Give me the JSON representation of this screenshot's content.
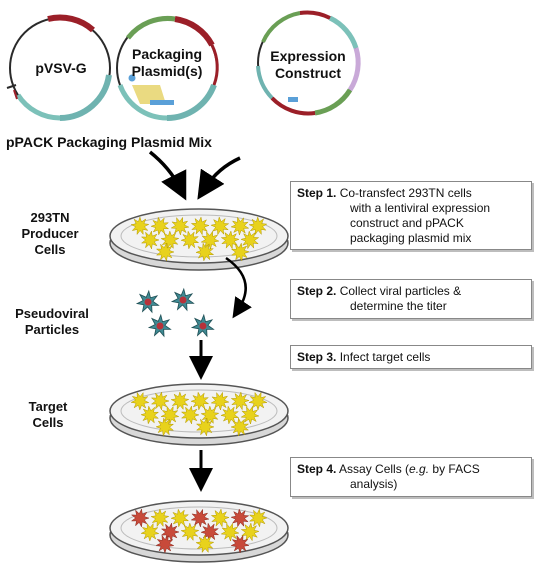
{
  "plasmids": {
    "p1": "pVSV-G",
    "p2_line1": "Packaging",
    "p2_line2": "Plasmid(s)",
    "p3_line1": "Expression",
    "p3_line2": "Construct"
  },
  "mix_title": "pPACK Packaging Plasmid Mix",
  "labels": {
    "producer_1": "293TN",
    "producer_2": "Producer",
    "producer_3": "Cells",
    "pseudo_1": "Pseudoviral",
    "pseudo_2": "Particles",
    "target_1": "Target",
    "target_2": "Cells"
  },
  "steps": [
    {
      "num": "Step 1.",
      "text_l1": "Co-transfect 293TN cells",
      "text_l2": "with a lentiviral expression",
      "text_l3": "construct and pPACK",
      "text_l4": "packaging plasmid mix"
    },
    {
      "num": "Step 2.",
      "text_l1": "Collect viral particles &",
      "text_l2": "determine the titer"
    },
    {
      "num": "Step 3.",
      "text_l1": "Infect target cells"
    },
    {
      "num": "Step 4.",
      "text_l1_pre": "Assay Cells (",
      "text_l1_em": "e.g.",
      "text_l1_post": " by FACS",
      "text_l2": "analysis)"
    }
  ],
  "colors": {
    "plasmid_ring": "#2a2a2a",
    "segment_teal": "#6fb3b0",
    "segment_red": "#9b1f28",
    "segment_yellow": "#e6d36b",
    "segment_green": "#6a9f55",
    "cell_yellow": "#e8d21c",
    "cell_red": "#c84a3a",
    "virus_teal": "#3f8a93",
    "dish_fill": "#f0f0f0"
  }
}
